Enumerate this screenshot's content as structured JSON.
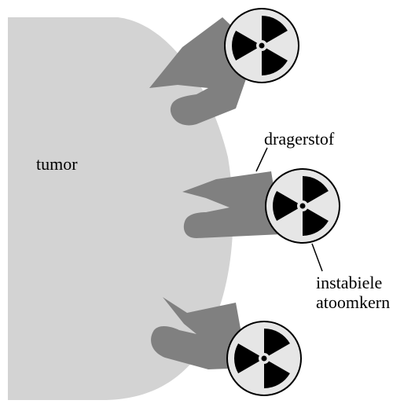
{
  "labels": {
    "tumor": "tumor",
    "carrier": "dragerstof",
    "nucleus_line1": "instabiele",
    "nucleus_line2": "atoomkern"
  },
  "colors": {
    "tumor": "#d3d3d3",
    "carrier": "#808080",
    "disc_fill": "#e6e6e6",
    "symbol": "#000000"
  },
  "icons": [
    "radiation-trefoil-icon",
    "radiation-trefoil-icon",
    "radiation-trefoil-icon"
  ]
}
